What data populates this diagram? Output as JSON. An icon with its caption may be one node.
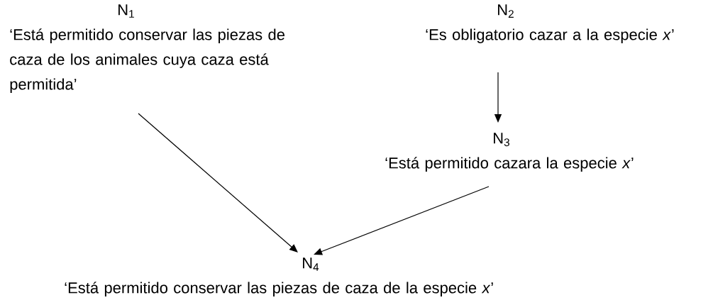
{
  "diagram": {
    "nodes": [
      {
        "text": [
          "N$_{1}$",
          "‘Está permitido conservar las piezas de caza de los animales cuya caza está permitida’"
        ]
      },
      {
        "text": [
          "N$_{2}$",
          "‘Es obligatorio cazar a la especie *x*’"
        ]
      },
      {
        "text": [
          "N$_{3}$",
          "‘Está permitido cazara la especie *x*’"
        ]
      },
      {
        "text": [
          "N$_{4}$",
          "‘Está permitido conservar las piezas de caza de la especie *x*’"
        ]
      }
    ],
    "edges": [
      {
        "from": 0,
        "to": 3,
        "arrow": "to"
      },
      {
        "from": 1,
        "to": 2,
        "arrow": "to"
      },
      {
        "from": 2,
        "to": 3,
        "arrow": "to"
      }
    ]
  }
}
